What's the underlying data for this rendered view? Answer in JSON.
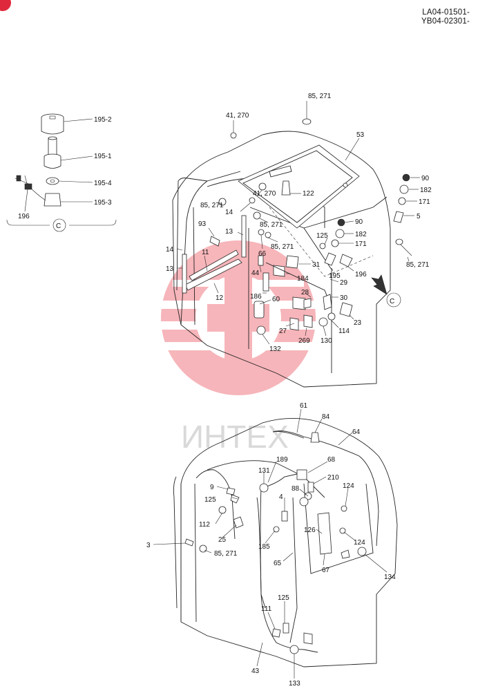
{
  "doc_codes": [
    "LA04-01501-",
    "YB04-02301-"
  ],
  "watermark_text": "ИНТЕХ",
  "colors": {
    "corner_mark": "#e0283c",
    "watermark": "#e8454f"
  },
  "detail_view": {
    "label": "C",
    "parts": [
      "195-2",
      "195-1",
      "195-4",
      "195-3",
      "196"
    ]
  },
  "upper_view": {
    "view_arrow_label": "C",
    "parts": [
      "85, 271",
      "41, 270",
      "53",
      "90",
      "182",
      "171",
      "5",
      "41, 270",
      "122",
      "85, 271",
      "14",
      "85, 271",
      "90",
      "182",
      "171",
      "93",
      "13",
      "125",
      "85, 271",
      "66",
      "14",
      "11",
      "13",
      "12",
      "44",
      "31",
      "184",
      "186",
      "195",
      "196",
      "85, 271",
      "29",
      "28",
      "60",
      "30",
      "27",
      "23",
      "114",
      "130",
      "269",
      "132"
    ]
  },
  "lower_view": {
    "parts": [
      "61",
      "84",
      "64",
      "68",
      "189",
      "131",
      "210",
      "9",
      "88",
      "125",
      "4",
      "124",
      "112",
      "126",
      "25",
      "3",
      "85, 271",
      "185",
      "124",
      "65",
      "67",
      "134",
      "125",
      "111",
      "43",
      "133"
    ]
  }
}
